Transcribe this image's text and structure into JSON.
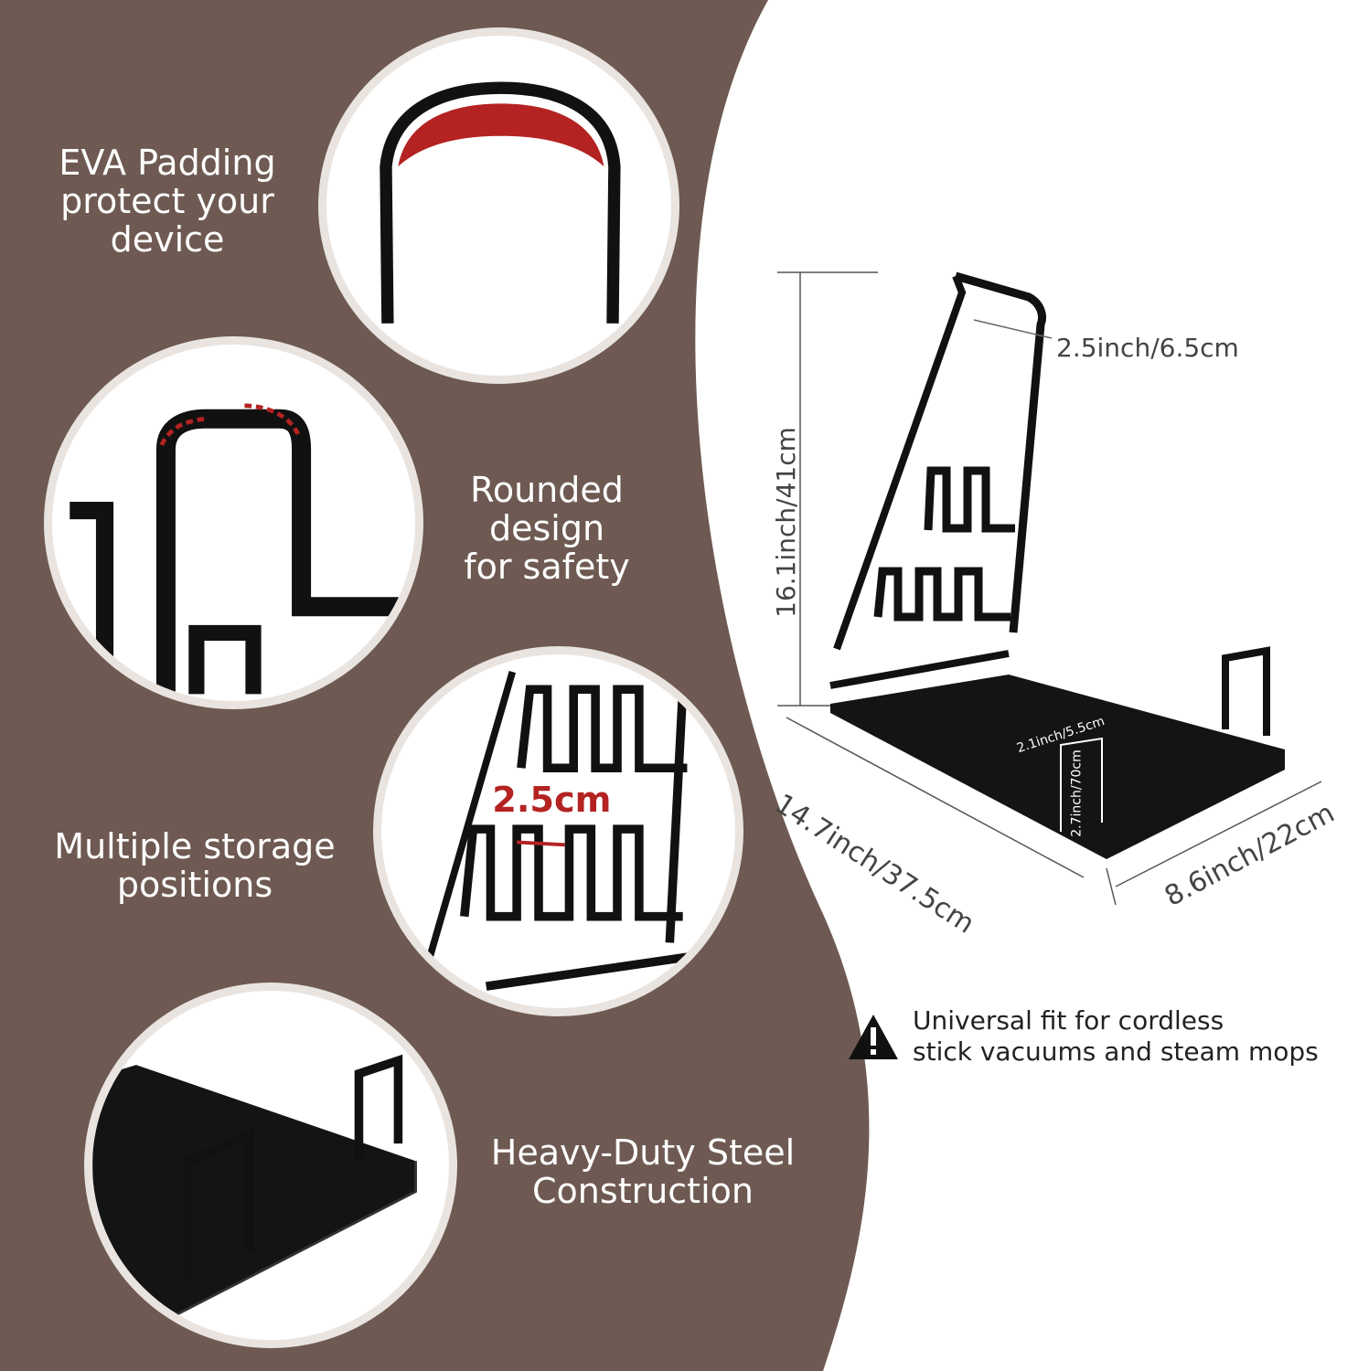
{
  "colors": {
    "panel": "#6e5a52",
    "circle_border": "#e9e4e0",
    "accent_red": "#b42222",
    "metal": "#111111"
  },
  "features": [
    {
      "lines": [
        "EVA Padding",
        "protect your",
        "device"
      ],
      "icon": "eva-padding-closeup"
    },
    {
      "lines": [
        "Rounded",
        "design",
        "for safety"
      ],
      "icon": "rounded-corner-closeup"
    },
    {
      "lines": [
        "Multiple storage",
        "positions"
      ],
      "icon": "storage-slots-closeup",
      "callout": "2.5cm"
    },
    {
      "lines": [
        "Heavy-Duty Steel",
        "Construction"
      ],
      "icon": "steel-base-closeup"
    }
  ],
  "dimensions": {
    "height": "16.1inch/41cm",
    "top_gap": "2.5inch/6.5cm",
    "depth": "14.7inch/37.5cm",
    "width": "8.6inch/22cm",
    "post_gap": "2.1inch/5.5cm",
    "post_height": "2.7inch/70cm"
  },
  "notice": {
    "icon": "warning-icon",
    "lines": [
      "Universal fit for cordless",
      "stick vacuums and steam mops"
    ]
  }
}
